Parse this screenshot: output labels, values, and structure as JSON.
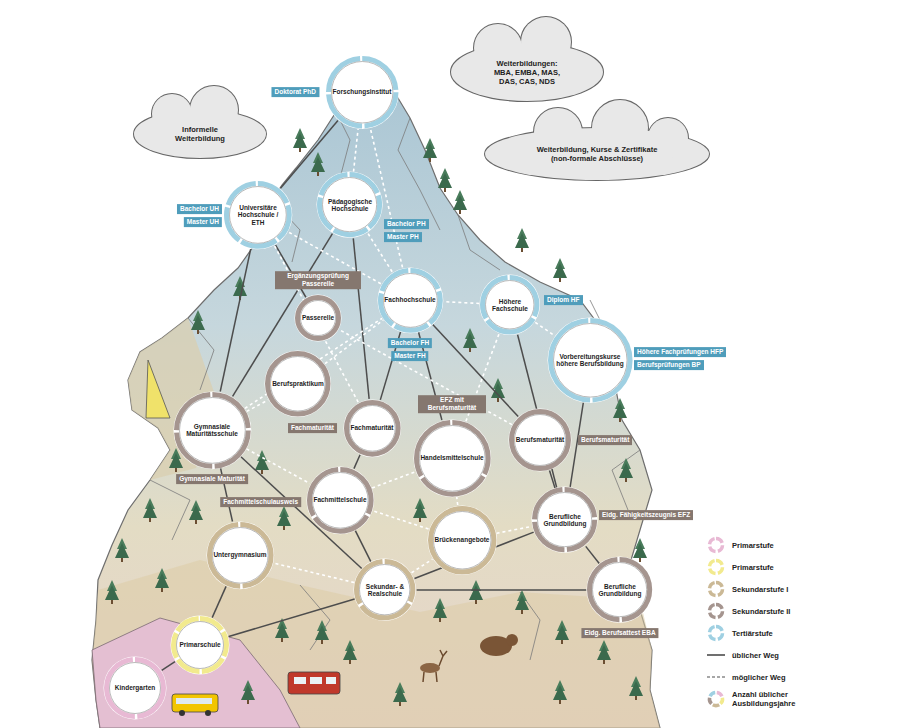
{
  "diagram": {
    "nodes": [
      {
        "text": [
          "Forschungsinstitut"
        ]
      },
      {
        "text": [
          "Universitäre Hochschule / ETH"
        ]
      },
      {
        "text": [
          "Pädagogische Hochschule"
        ]
      },
      {
        "text": [
          "Fachhochschule"
        ]
      },
      {
        "text": [
          "Höhere Fachschule"
        ]
      },
      {
        "text": [
          "Passerelle"
        ]
      },
      {
        "text": [
          "Vorbereitungskurse höhere Berufsbildung"
        ]
      },
      {
        "text": [
          "Berufspraktikum"
        ]
      },
      {
        "text": [
          "Gymnasiale Maturitätsschule"
        ]
      },
      {
        "text": [
          "Fachmaturität"
        ]
      },
      {
        "text": [
          "Berufsmaturität"
        ]
      },
      {
        "text": [
          "Handelsmittelschule"
        ]
      },
      {
        "text": [
          "Fachmittelschule"
        ]
      },
      {
        "text": [
          "Berufliche Grundbildung"
        ]
      },
      {
        "text": [
          "Brückenangebote"
        ]
      },
      {
        "text": [
          "Untergymnasium"
        ]
      },
      {
        "text": [
          "Sekundar- & Realschule"
        ]
      },
      {
        "text": [
          "Berufliche Grundbildung"
        ]
      },
      {
        "text": [
          "Primarschule"
        ]
      },
      {
        "text": [
          "Kindergarten"
        ]
      }
    ],
    "edges": [
      {
        "from": 19,
        "to": 18,
        "arrow": "none"
      },
      {
        "from": 18,
        "to": 15,
        "arrow": "none"
      },
      {
        "from": 18,
        "to": 16,
        "arrow": "none"
      },
      {
        "from": 15,
        "to": 8,
        "arrow": "none"
      },
      {
        "from": 16,
        "to": 8,
        "arrow": "none"
      },
      {
        "from": 16,
        "to": 12,
        "arrow": "none"
      },
      {
        "from": 16,
        "to": 13,
        "arrow": "none"
      },
      {
        "from": 16,
        "to": 17,
        "arrow": "none"
      },
      {
        "from": 8,
        "to": 1,
        "arrow": "none"
      },
      {
        "from": 8,
        "to": 2,
        "arrow": "none"
      },
      {
        "from": 12,
        "to": 9,
        "arrow": "none"
      },
      {
        "from": 9,
        "to": 3,
        "arrow": "none"
      },
      {
        "from": 9,
        "to": 2,
        "arrow": "none"
      },
      {
        "from": 13,
        "to": 10,
        "arrow": "none"
      },
      {
        "from": 10,
        "to": 3,
        "arrow": "none"
      },
      {
        "from": 13,
        "to": 4,
        "arrow": "none"
      },
      {
        "from": 13,
        "to": 6,
        "arrow": "none"
      },
      {
        "from": 11,
        "to": 3,
        "arrow": "none"
      },
      {
        "from": 5,
        "to": 1,
        "arrow": "none"
      },
      {
        "from": 1,
        "to": 0,
        "arrow": "none"
      },
      {
        "from": 17,
        "to": 13,
        "arrow": "none"
      },
      {
        "from": 16,
        "to": 14,
        "arrow": "none"
      },
      {
        "from": 14,
        "to": 13,
        "arrow": "none"
      },
      {
        "from": 14,
        "to": 12,
        "arrow": "none"
      },
      {
        "from": 16,
        "to": 15,
        "arrow": "none"
      },
      {
        "from": 8,
        "to": 3,
        "arrow": "none"
      },
      {
        "from": 9,
        "to": 1,
        "arrow": "none"
      },
      {
        "from": 7,
        "to": 3,
        "arrow": "none"
      },
      {
        "from": 8,
        "to": 7,
        "arrow": "none"
      },
      {
        "from": 10,
        "to": 5,
        "arrow": "none"
      },
      {
        "from": 3,
        "to": 1,
        "arrow": "none"
      },
      {
        "from": 3,
        "to": 2,
        "arrow": "none"
      },
      {
        "from": 4,
        "to": 6,
        "arrow": "none"
      },
      {
        "from": 11,
        "to": 4,
        "arrow": "none"
      },
      {
        "from": 3,
        "to": 0,
        "arrow": "none"
      },
      {
        "from": 2,
        "to": 0,
        "arrow": "none"
      },
      {
        "from": 12,
        "to": 11,
        "arrow": "none"
      },
      {
        "from": 4,
        "to": 3,
        "arrow": "none"
      },
      {
        "from": 8,
        "to": 12,
        "arrow": "none"
      },
      {
        "from": 14,
        "to": 11,
        "arrow": "none"
      }
    ],
    "labels": [
      "Informelle Weiterbildung",
      "Weiterbildungen: MBA, EMBA, MAS, DAS, CAS, NDS",
      "Weiterbildung, Kurse & Zertifikate (non-formale Abschlüsse)",
      "Doktorat PhD",
      "Bachelor UH",
      "Master UH",
      "Bachelor PH",
      "Master PH",
      "Bachelor FH",
      "Master FH",
      "Diplom HF",
      "Ergänzungsprüfung Passerelle",
      "Höhere Fachprüfungen HFP",
      "Berufsprüfungen BP",
      "Fachmaturität",
      "Gymnasiale Maturität",
      "Berufsmaturität",
      "EFZ mit Berufsmaturität",
      "Fachmittelschulausweis",
      "Eidg. Fähigkeitszeugnis EFZ",
      "Eidg. Berufsattest EBA"
    ],
    "legend": [
      {
        "text": "Primarstufe",
        "color": "#e8b9d4"
      },
      {
        "text": "Primarstufe",
        "color": "#f2ea8e"
      },
      {
        "text": "Sekundarstufe I",
        "color": "#cbb996"
      },
      {
        "text": "Sekundarstufe II",
        "color": "#a5958f"
      },
      {
        "text": "Tertiärstufe",
        "color": "#9fd0e2"
      },
      {
        "text": "üblicher Weg"
      },
      {
        "text": "möglicher Weg"
      },
      {
        "text": "Anzahl üblicher Ausbildungsjahre"
      }
    ]
  }
}
